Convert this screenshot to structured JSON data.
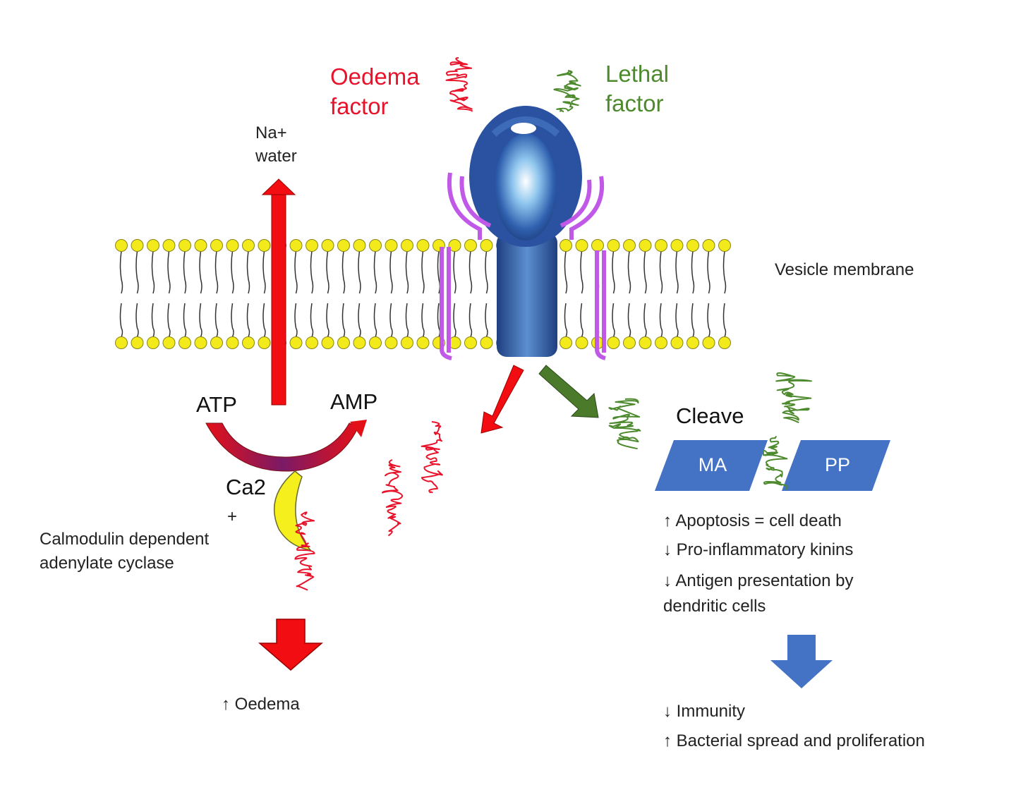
{
  "labels": {
    "oedema_factor": "Oedema\nfactor",
    "lethal_factor": "Lethal\nfactor",
    "na_water": "Na+\nwater",
    "vesicle_membrane": "Vesicle membrane",
    "atp": "ATP",
    "amp": "AMP",
    "ca2": "Ca2",
    "plus": "+",
    "calmodulin": "Calmodulin dependent\nadenylate cyclase",
    "oedema_result": "↑ Oedema",
    "cleave": "Cleave",
    "ma": "MA",
    "pp": "PP",
    "effect_1": "↑ Apoptosis = cell death",
    "effect_2": "↓ Pro-inflammatory kinins",
    "effect_3": "↓ Antigen presentation by\ndendritic cells",
    "immunity": "↓ Immunity",
    "bacterial": "↑ Bacterial spread and proliferation"
  },
  "colors": {
    "oedema": "#e8132b",
    "lethal": "#4d8a2e",
    "membrane_head": "#f2ea1a",
    "channel": "#2f5fae",
    "receptor": "#c159e8",
    "block": "#4472c4",
    "arrow_red": "#f20d12",
    "arrow_green": "#4a7a2a"
  }
}
